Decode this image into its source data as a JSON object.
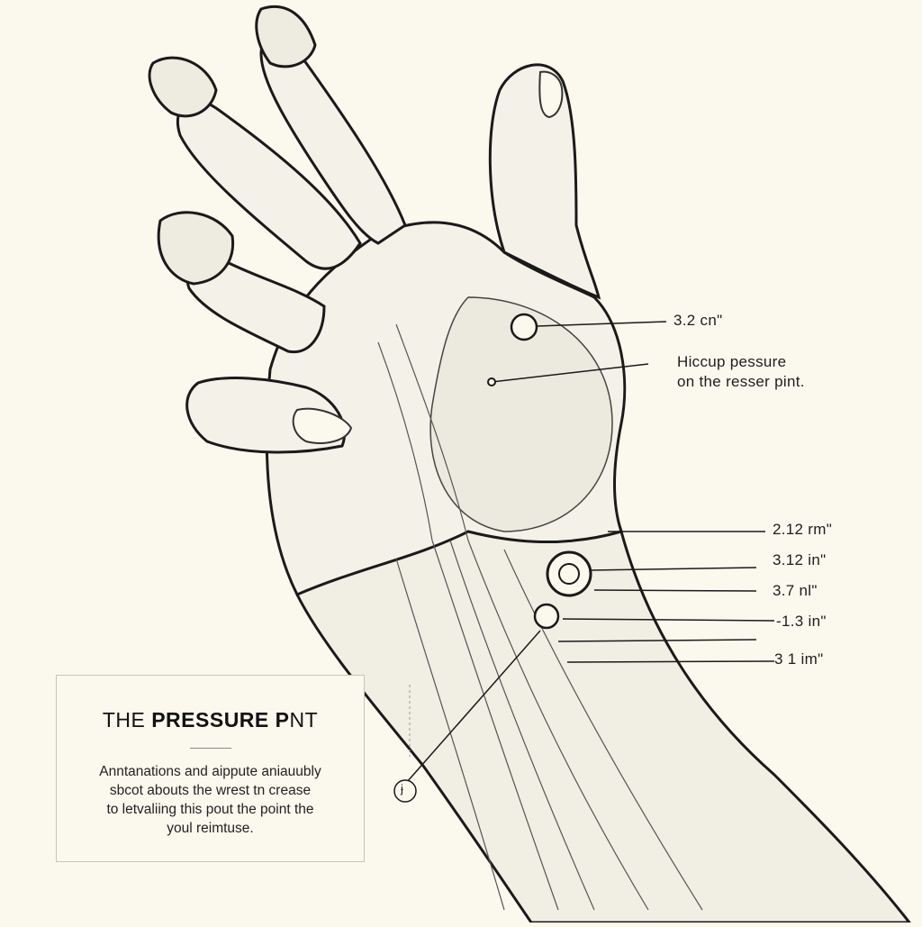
{
  "labels": {
    "measure_1": "3.2 cn\"",
    "note_line_1": "Hiccup pessure",
    "note_line_2": "on the resser pint.",
    "measure_2": "2.12 rm\"",
    "measure_3": "3.12 in\"",
    "measure_4": "3.7 nl\"",
    "measure_5": "-1.3 in\"",
    "measure_6": "3 1 im\"",
    "small_marker": "ɉ"
  },
  "info_box": {
    "title_prefix": "THE ",
    "title_bold": "PRESSURE P",
    "title_suffix": "NT",
    "body_lines": [
      "Anntanations and aippute aniauubly",
      "sbcot abouts the wrest tn crease",
      "to letvaliing this pout the point the",
      "youl reimtuse."
    ]
  },
  "colors": {
    "background": "#fbf8ee",
    "ink": "#1a1a1a",
    "skin_shade": "#e9e5d9"
  }
}
